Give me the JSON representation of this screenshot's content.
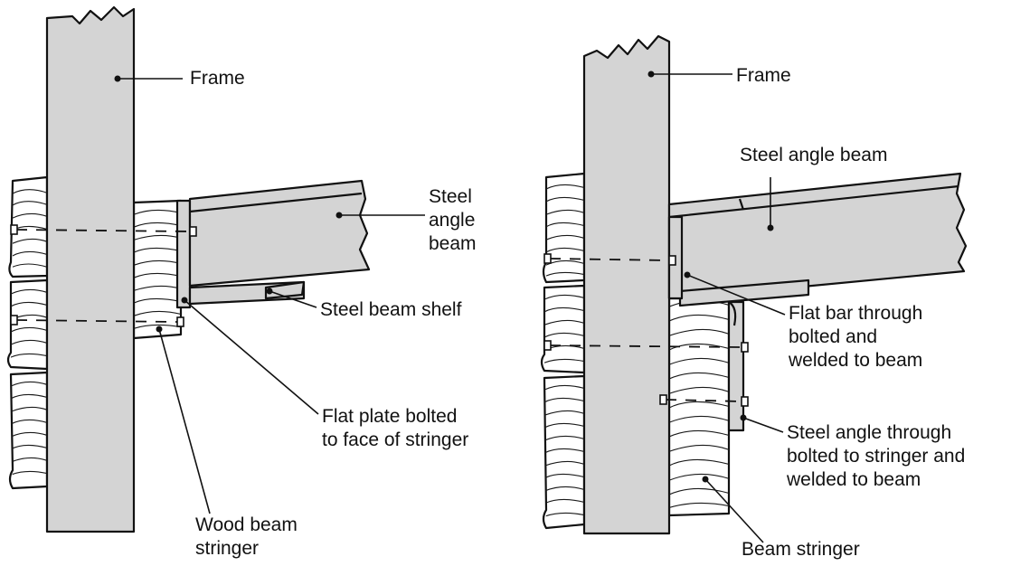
{
  "labels": {
    "left_frame": "Frame",
    "left_steel_angle_beam": "Steel\nangle\nbeam",
    "left_steel_beam_shelf": "Steel beam shelf",
    "left_flat_plate": "Flat plate bolted\nto face of stringer",
    "left_wood_beam_stringer": "Wood beam\nstringer",
    "right_frame": "Frame",
    "right_steel_angle_beam": "Steel angle beam",
    "right_flat_bar": "Flat bar through\nbolted and\nwelded to beam",
    "right_steel_angle_through": "Steel angle through\nbolted to stringer and\nwelded to beam",
    "right_beam_stringer": "Beam stringer"
  },
  "colors": {
    "steel_fill": "#d4d4d4",
    "line": "#111111"
  }
}
